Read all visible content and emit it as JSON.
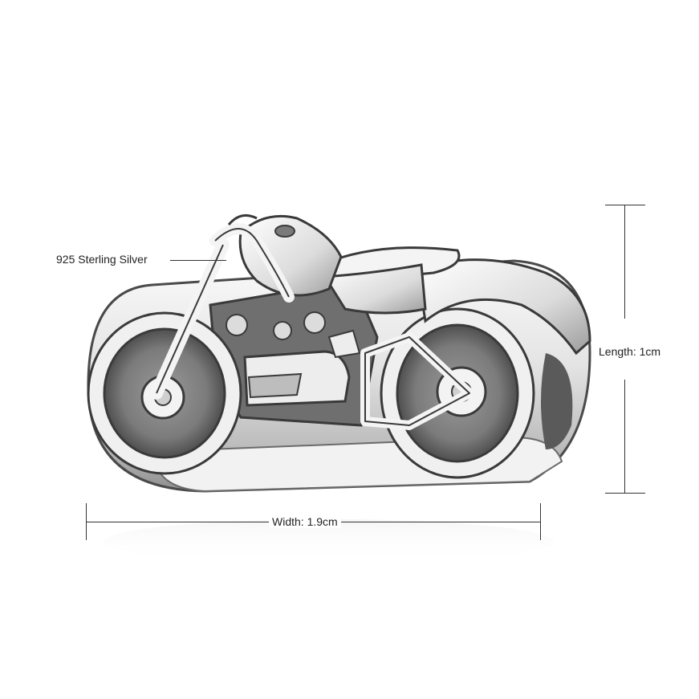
{
  "product": {
    "material_label": "925 Sterling Silver",
    "length_label": "Length: 1cm",
    "width_label": "Width: 1.9cm",
    "colors": {
      "background": "#ffffff",
      "silver_light": "#f4f4f4",
      "silver_mid": "#c9c9c9",
      "silver_dark": "#555555",
      "oxidized": "#7a7a7a",
      "line": "#333333"
    }
  }
}
